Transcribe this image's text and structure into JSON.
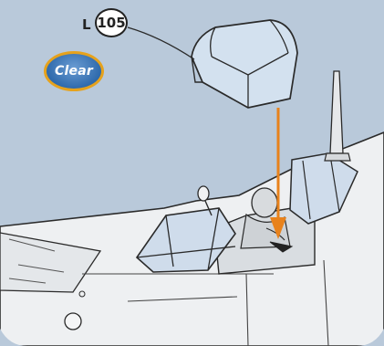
{
  "part": {
    "label": "L",
    "number": "105"
  },
  "badge": {
    "text": "Clear"
  },
  "colors": {
    "background": "#b9c9da",
    "arrow": "#e8821c",
    "badge_ring": "#e6a21c",
    "badge_fill": "#2f6aac"
  }
}
